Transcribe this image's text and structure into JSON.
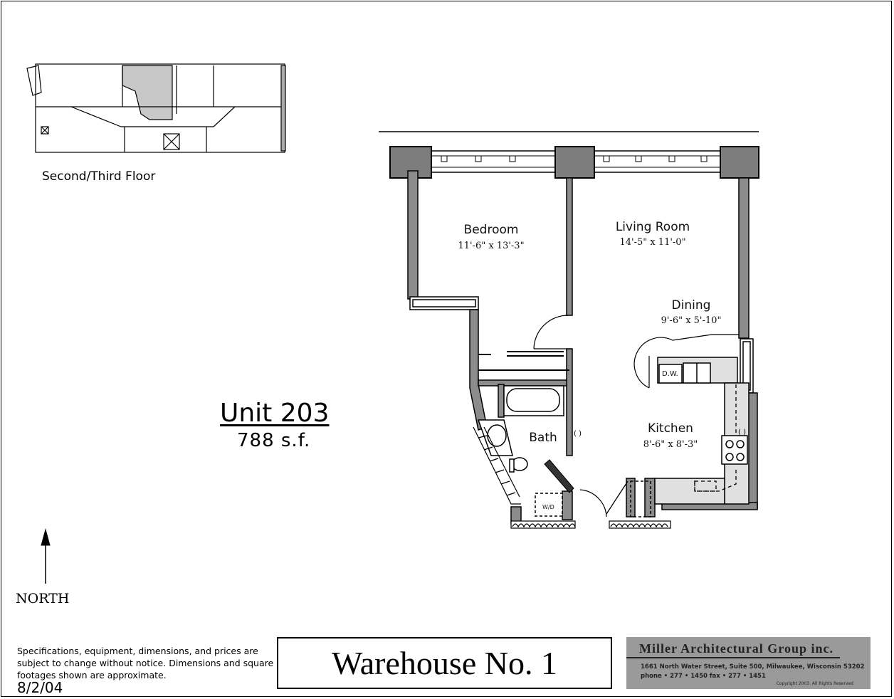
{
  "floor_caption": "Second/Third Floor",
  "unit": {
    "title": "Unit 203",
    "area": "788  s.f."
  },
  "north_label": "NORTH",
  "rooms": {
    "bedroom": {
      "name": "Bedroom",
      "dims": "11'-6\" x 13'-3\""
    },
    "living": {
      "name": "Living Room",
      "dims": "14'-5\" x 11'-0\""
    },
    "dining": {
      "name": "Dining",
      "dims": "9'-6\" x 5'-10\""
    },
    "kitchen": {
      "name": "Kitchen",
      "dims": "8'-6\" x 8'-3\""
    },
    "bath": {
      "name": "Bath"
    },
    "dw": "D.W.",
    "wd": "W/D"
  },
  "disclaimer": "Specifications, equipment, dimensions, and prices are subject to change without notice.  Dimensions and square footages shown are approximate.",
  "date": "8/2/04",
  "project_name": "Warehouse No. 1",
  "firm": {
    "name": "Miller Architectural Group inc.",
    "address": "1661 North Water Street, Suite 500, Milwaukee, Wisconsin 53202",
    "phone": "phone • 277 • 1450    fax • 277 • 1451",
    "copyright": "Copyright   2003.  All Rights Reserved"
  },
  "colors": {
    "wall": "#8c8c8c",
    "column": "#7d7d7d",
    "key_highlight": "#c8c8c8",
    "firm_bg": "#9a9a9a"
  }
}
